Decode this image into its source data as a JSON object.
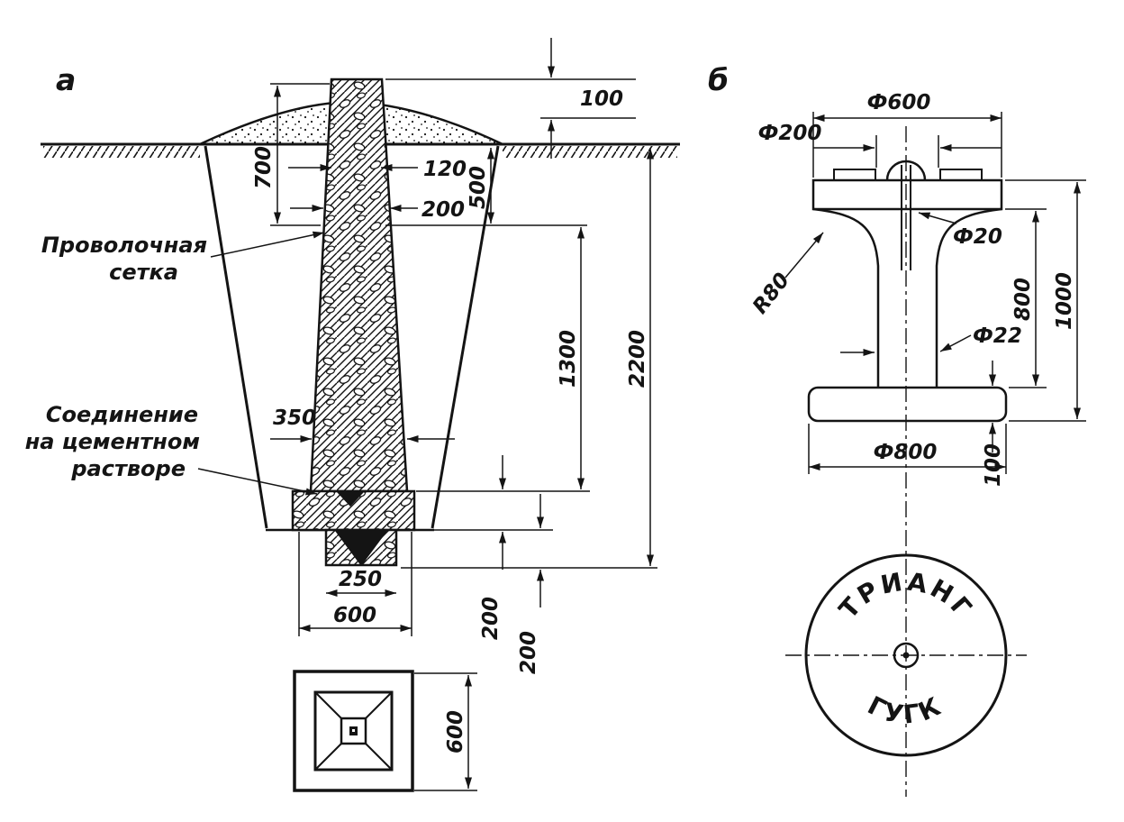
{
  "drawing": {
    "view_a_label": "а",
    "view_b_label": "б"
  },
  "view_a": {
    "labels": {
      "wire_mesh_line1": "Проволочная",
      "wire_mesh_line2": "сетка",
      "cement_line1": "Соединение",
      "cement_line2": "на цементном",
      "cement_line3": "растворе"
    },
    "dims": {
      "d100": "100",
      "d700": "700",
      "d120": "120",
      "d200top": "200",
      "d500": "500",
      "d1300": "1300",
      "d2200": "2200",
      "d350": "350",
      "d250": "250",
      "d600shaft": "600",
      "d200slab": "200",
      "d200base": "200",
      "d600block": "600"
    }
  },
  "view_b": {
    "dims": {
      "d600": "Ф600",
      "d200": "Ф200",
      "d20": "Ф20",
      "r80": "R80",
      "d22": "Ф22",
      "h800": "800",
      "h1000": "1000",
      "h100": "100",
      "d800": "Ф800"
    },
    "seal": {
      "top": "ТРИАНГ",
      "bottom": "ГУГК"
    }
  }
}
